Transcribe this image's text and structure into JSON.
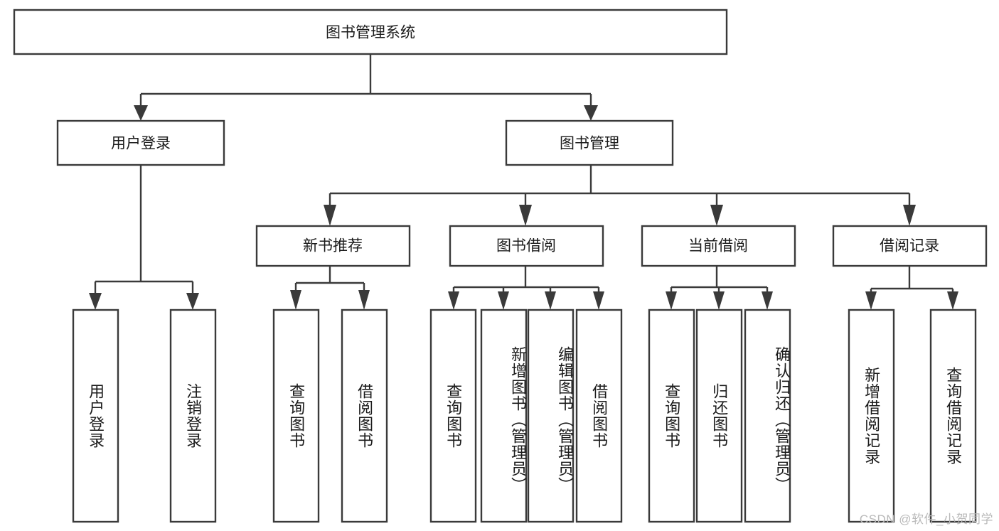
{
  "diagram": {
    "type": "tree-hierarchy",
    "title": "图书管理系统",
    "orientation": "top-down",
    "colors": {
      "box_fill": "#ffffff",
      "box_stroke": "#3a3a3a",
      "text": "#1b1b1b",
      "background": "#ffffff",
      "watermark": "#b9b9b9"
    },
    "root": {
      "label": "图书管理系统",
      "children": [
        {
          "label": "用户登录",
          "children": [
            {
              "label": "用户登录"
            },
            {
              "label": "注销登录"
            }
          ]
        },
        {
          "label": "图书管理",
          "children": [
            {
              "label": "新书推荐",
              "children": [
                {
                  "label": "查询图书"
                },
                {
                  "label": "借阅图书"
                }
              ]
            },
            {
              "label": "图书借阅",
              "children": [
                {
                  "label": "查询图书"
                },
                {
                  "label": "新增图书（管理员）"
                },
                {
                  "label": "编辑图书（管理员）"
                },
                {
                  "label": "借阅图书"
                }
              ]
            },
            {
              "label": "当前借阅",
              "children": [
                {
                  "label": "查询图书"
                },
                {
                  "label": "归还图书"
                },
                {
                  "label": "确认归还（管理员）"
                }
              ]
            },
            {
              "label": "借阅记录",
              "children": [
                {
                  "label": "新增借阅记录"
                },
                {
                  "label": "查询借阅记录"
                }
              ]
            }
          ]
        }
      ]
    }
  },
  "nodes": {
    "root_title": "图书管理系统",
    "l1_user_login": "用户登录",
    "l1_book_manage": "图书管理",
    "l2_new_book_rec": "新书推荐",
    "l2_book_borrow": "图书借阅",
    "l2_current_borrow": "当前借阅",
    "l2_borrow_record": "借阅记录",
    "leaf_user_login": "用户登录",
    "leaf_logout": "注销登录",
    "leaf_rec_query_book": "查询图书",
    "leaf_rec_borrow_book": "借阅图书",
    "leaf_br_query_book": "查询图书",
    "leaf_br_add_book": "新增图书（管理员）",
    "leaf_br_edit_book": "编辑图书（管理员）",
    "leaf_br_borrow_book": "借阅图书",
    "leaf_cur_query_book": "查询图书",
    "leaf_cur_return_book": "归还图书",
    "leaf_cur_confirm_return": "确认归还（管理员）",
    "leaf_rec_add_record": "新增借阅记录",
    "leaf_rec_query_record": "查询借阅记录"
  },
  "watermark": {
    "text": "CSDN @软件_小贺同学"
  }
}
